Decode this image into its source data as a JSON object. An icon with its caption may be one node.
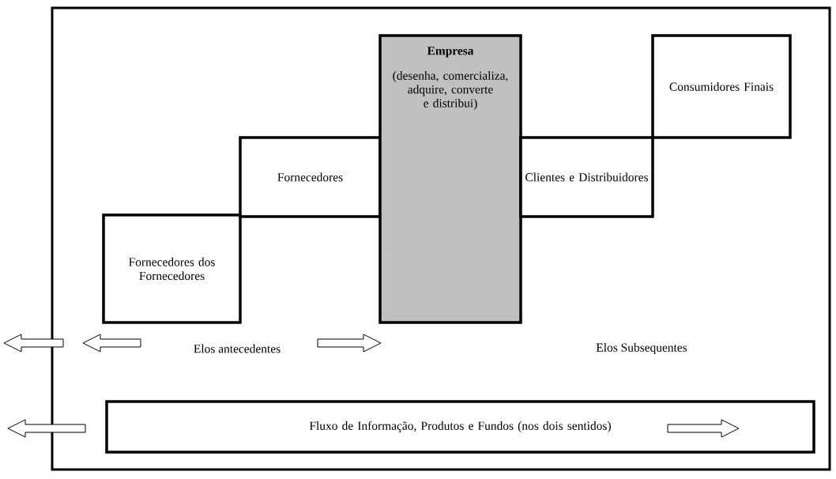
{
  "diagram": {
    "nodes": [
      {
        "text": [
          "Fornecedores dos Fornecedores"
        ]
      },
      {
        "text": [
          "Fornecedores"
        ]
      },
      {
        "text": [
          "Empresa",
          "(desenha, comercializa, adquire, converte e distribui)"
        ]
      },
      {
        "text": [
          "Clientes e Distribuidores"
        ]
      },
      {
        "text": [
          "Consumidores Finais"
        ]
      },
      {
        "text": [
          "Fluxo de Informação, Produtos e Fundos (nos dois sentidos)"
        ]
      }
    ],
    "labels": [
      "Elos antecedentes",
      "Elos Subsequentes"
    ]
  }
}
